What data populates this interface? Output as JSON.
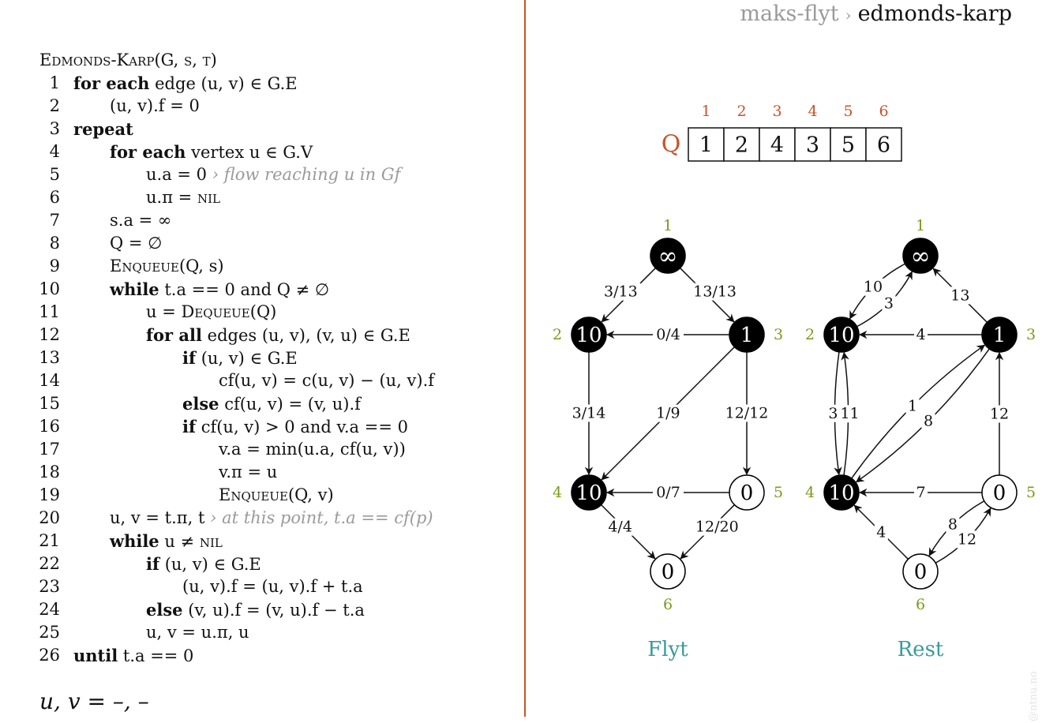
{
  "breadcrumb": {
    "parent": "maks-flyt",
    "separator": "›",
    "current": "edmonds-karp"
  },
  "algorithm": {
    "title": "Edmonds-Karp(G, s, t)",
    "lines": [
      {
        "n": "1",
        "indent": 0,
        "text": "for each edge (u, v) ∈ G.E"
      },
      {
        "n": "2",
        "indent": 1,
        "text": "(u, v).f = 0"
      },
      {
        "n": "3",
        "indent": 0,
        "text": "repeat"
      },
      {
        "n": "4",
        "indent": 1,
        "text": "for each vertex u ∈ G.V"
      },
      {
        "n": "5",
        "indent": 2,
        "text": "u.a = 0",
        "comment": "› flow reaching u in Gf"
      },
      {
        "n": "6",
        "indent": 2,
        "text": "u.π = nil"
      },
      {
        "n": "7",
        "indent": 1,
        "text": "s.a = ∞"
      },
      {
        "n": "8",
        "indent": 1,
        "text": "Q = ∅"
      },
      {
        "n": "9",
        "indent": 1,
        "text": "Enqueue(Q, s)"
      },
      {
        "n": "10",
        "indent": 1,
        "text": "while t.a == 0 and Q ≠ ∅"
      },
      {
        "n": "11",
        "indent": 2,
        "text": "u = Dequeue(Q)"
      },
      {
        "n": "12",
        "indent": 2,
        "text": "for all edges (u, v), (v, u) ∈ G.E"
      },
      {
        "n": "13",
        "indent": 3,
        "text": "if (u, v) ∈ G.E"
      },
      {
        "n": "14",
        "indent": 4,
        "text": "cf(u, v) = c(u, v) − (u, v).f"
      },
      {
        "n": "15",
        "indent": 3,
        "text": "else cf(u, v) = (v, u).f"
      },
      {
        "n": "16",
        "indent": 3,
        "text": "if cf(u, v) > 0 and v.a == 0"
      },
      {
        "n": "17",
        "indent": 4,
        "text": "v.a = min(u.a, cf(u, v))"
      },
      {
        "n": "18",
        "indent": 4,
        "text": "v.π = u"
      },
      {
        "n": "19",
        "indent": 4,
        "text": "Enqueue(Q, v)"
      },
      {
        "n": "20",
        "indent": 1,
        "text": "u, v = t.π, t",
        "comment": "› at this point, t.a == cf(p)"
      },
      {
        "n": "21",
        "indent": 1,
        "text": "while u ≠ nil"
      },
      {
        "n": "22",
        "indent": 2,
        "text": "if (u, v) ∈ G.E"
      },
      {
        "n": "23",
        "indent": 3,
        "text": "(u, v).f = (u, v).f + t.a"
      },
      {
        "n": "24",
        "indent": 2,
        "text": "else (v, u).f = (v, u).f − t.a"
      },
      {
        "n": "25",
        "indent": 2,
        "text": "u, v = u.π, u"
      },
      {
        "n": "26",
        "indent": 0,
        "text": "until t.a == 0"
      }
    ]
  },
  "uv_state": "u, v  =  –, –",
  "queue": {
    "label": "Q",
    "indices": [
      "1",
      "2",
      "3",
      "4",
      "5",
      "6"
    ],
    "values": [
      "1",
      "2",
      "4",
      "3",
      "5",
      "6"
    ]
  },
  "graphs": {
    "flow": {
      "caption": "Flyt",
      "nodes": [
        {
          "id": "1",
          "value": "∞",
          "filled": true
        },
        {
          "id": "2",
          "value": "10",
          "filled": true
        },
        {
          "id": "3",
          "value": "1",
          "filled": true
        },
        {
          "id": "4",
          "value": "10",
          "filled": true
        },
        {
          "id": "5",
          "value": "0",
          "filled": false
        },
        {
          "id": "6",
          "value": "0",
          "filled": false
        }
      ],
      "edges": [
        {
          "from": "1",
          "to": "2",
          "label": "3/13"
        },
        {
          "from": "1",
          "to": "3",
          "label": "13/13"
        },
        {
          "from": "3",
          "to": "2",
          "label": "0/4"
        },
        {
          "from": "2",
          "to": "4",
          "label": "3/14"
        },
        {
          "from": "3",
          "to": "4",
          "label": "1/9"
        },
        {
          "from": "3",
          "to": "5",
          "label": "12/12"
        },
        {
          "from": "5",
          "to": "4",
          "label": "0/7"
        },
        {
          "from": "4",
          "to": "6",
          "label": "4/4"
        },
        {
          "from": "5",
          "to": "6",
          "label": "12/20"
        }
      ]
    },
    "residual": {
      "caption": "Rest",
      "nodes": [
        {
          "id": "1",
          "value": "∞",
          "filled": true
        },
        {
          "id": "2",
          "value": "10",
          "filled": true
        },
        {
          "id": "3",
          "value": "1",
          "filled": true
        },
        {
          "id": "4",
          "value": "10",
          "filled": true
        },
        {
          "id": "5",
          "value": "0",
          "filled": false
        },
        {
          "id": "6",
          "value": "0",
          "filled": false
        }
      ],
      "edges": [
        {
          "from": "2",
          "to": "1",
          "label": "3"
        },
        {
          "from": "1",
          "to": "2",
          "label": "10"
        },
        {
          "from": "3",
          "to": "1",
          "label": "13"
        },
        {
          "from": "3",
          "to": "2",
          "label": "4"
        },
        {
          "from": "2",
          "to": "4",
          "label": "3"
        },
        {
          "from": "4",
          "to": "2",
          "label": "11"
        },
        {
          "from": "4",
          "to": "3",
          "label": "1"
        },
        {
          "from": "3",
          "to": "4",
          "label": "8"
        },
        {
          "from": "5",
          "to": "3",
          "label": "12"
        },
        {
          "from": "5",
          "to": "4",
          "label": "7"
        },
        {
          "from": "6",
          "to": "4",
          "label": "4"
        },
        {
          "from": "6",
          "to": "5",
          "label": "12"
        },
        {
          "from": "5",
          "to": "6",
          "label": "8"
        }
      ]
    }
  },
  "watermark": "@ntnu.no",
  "colors": {
    "accent": "#c8542a",
    "node_label": "#7a9a1a",
    "caption": "#3a9a9a",
    "muted": "#9a9a9a"
  }
}
